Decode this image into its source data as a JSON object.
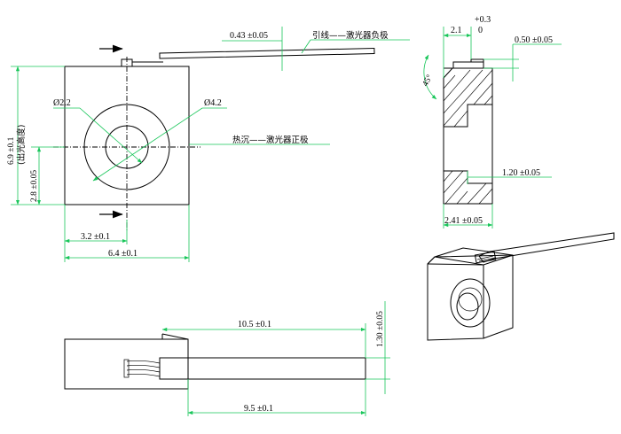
{
  "colors": {
    "line": "#000000",
    "dimension": "#19c65a",
    "background": "#ffffff"
  },
  "front_view": {
    "dia_small": "Ø2.2",
    "dia_large": "Ø4.2",
    "lead_thickness": "0.43 ±0.05",
    "lead_note": "引线——激光器负极",
    "heatsink_note": "热沉——激光器正极",
    "height_total": "6.9 ±0.1",
    "height_note": "(出光高度)",
    "height_center": "2.8 ±0.05",
    "width_center": "3.2 ±0.1",
    "width_total": "6.4 ±0.1"
  },
  "side_view": {
    "tol_upper": "+0.3",
    "tol_lower": "0",
    "lead_offset": "2.1",
    "lead_gap": "0.50 ±0.05",
    "chamfer": "45°",
    "step_thickness": "1.20 ±0.05",
    "depth": "2.41 ±0.05"
  },
  "bottom_view": {
    "lead_length_total": "10.5 ±0.1",
    "lead_length": "9.5 ±0.1",
    "lead_width": "1.30 ±0.05"
  }
}
